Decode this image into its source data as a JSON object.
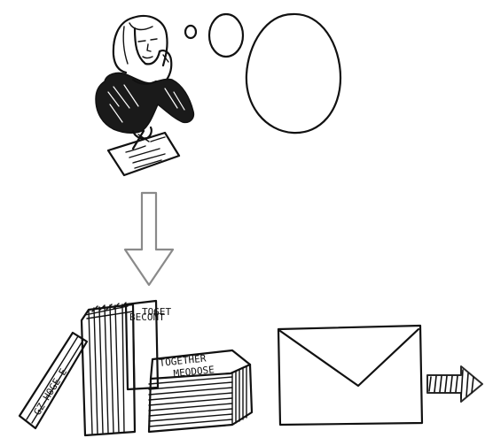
{
  "spine_letters": {
    "left_book": "GZ-H0GE-E",
    "middle_col1": "BECONT",
    "middle_col2": "TOGET",
    "top_row1": "TOGETHER",
    "top_row2": "MEODOSE"
  },
  "colors": {
    "ink": "#111111",
    "arrow_outline": "#8a8a8a",
    "arrow_dark": "#2a2a2a"
  }
}
